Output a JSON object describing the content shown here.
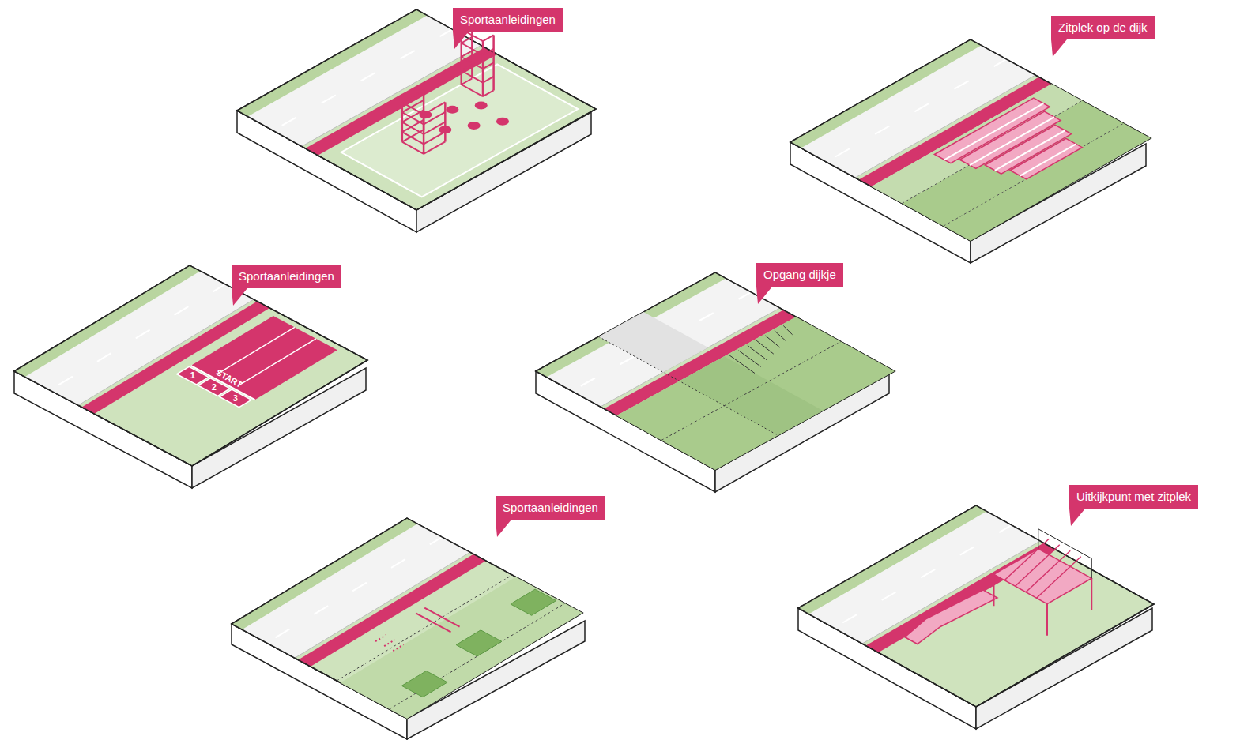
{
  "diagram": {
    "nodes": [
      {
        "text": [
          "Sportaanleidingen"
        ]
      },
      {
        "text": [
          "Zitplek op de dijk"
        ]
      },
      {
        "text": [
          "Sportaanleidingen"
        ]
      },
      {
        "text": [
          "Opgang dijkje"
        ]
      },
      {
        "text": [
          "Sportaanleidingen"
        ]
      },
      {
        "text": [
          "Uitkijkpunt met zitplek"
        ]
      }
    ],
    "labels": [
      "START",
      "1",
      "2",
      "3"
    ]
  }
}
